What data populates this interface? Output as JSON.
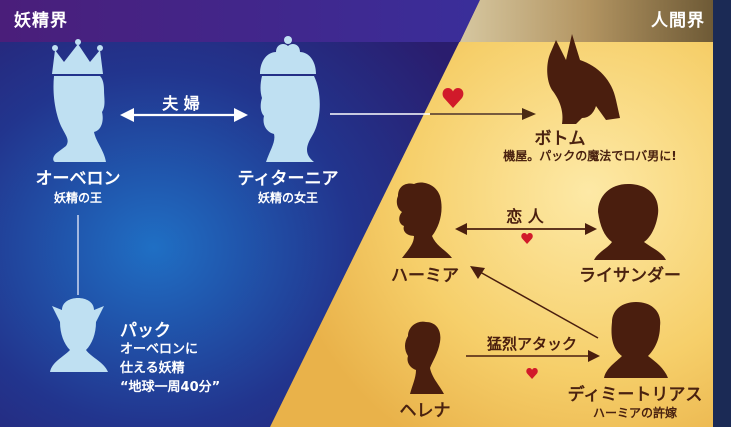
{
  "realms": {
    "fairy": "妖精界",
    "human": "人間界"
  },
  "colors": {
    "fairy_bg": "#1a2f8a",
    "human_bg": "#f7d77a",
    "silhouette_fairy": "#bfe0f2",
    "silhouette_human": "#4a1e0e",
    "heart": "#d11a2a"
  },
  "characters": {
    "oberon": {
      "name": "オーベロン",
      "desc": "妖精の王",
      "icon": "crowned-king-silhouette-icon"
    },
    "titania": {
      "name": "ティターニア",
      "desc": "妖精の女王",
      "icon": "tiara-queen-silhouette-icon"
    },
    "puck": {
      "name": "パック",
      "desc_lines": [
        "オーベロンに",
        "仕える妖精",
        "“地球一周40分”"
      ],
      "icon": "elf-silhouette-icon"
    },
    "bottom": {
      "name": "ボトム",
      "desc": "機屋。パックの魔法でロバ男に!",
      "icon": "donkey-head-icon"
    },
    "hermia": {
      "name": "ハーミア",
      "icon": "woman-silhouette-icon"
    },
    "lysander": {
      "name": "ライサンダー",
      "icon": "man-silhouette-icon"
    },
    "helena": {
      "name": "ヘレナ",
      "icon": "woman-silhouette-icon"
    },
    "demetrius": {
      "name": "ディミートリアス",
      "desc": "ハーミアの許嫁",
      "icon": "man-silhouette-icon"
    }
  },
  "relations": {
    "couple": "夫 婦",
    "lovers": "恋 人",
    "pursuit": "猛烈アタック"
  }
}
